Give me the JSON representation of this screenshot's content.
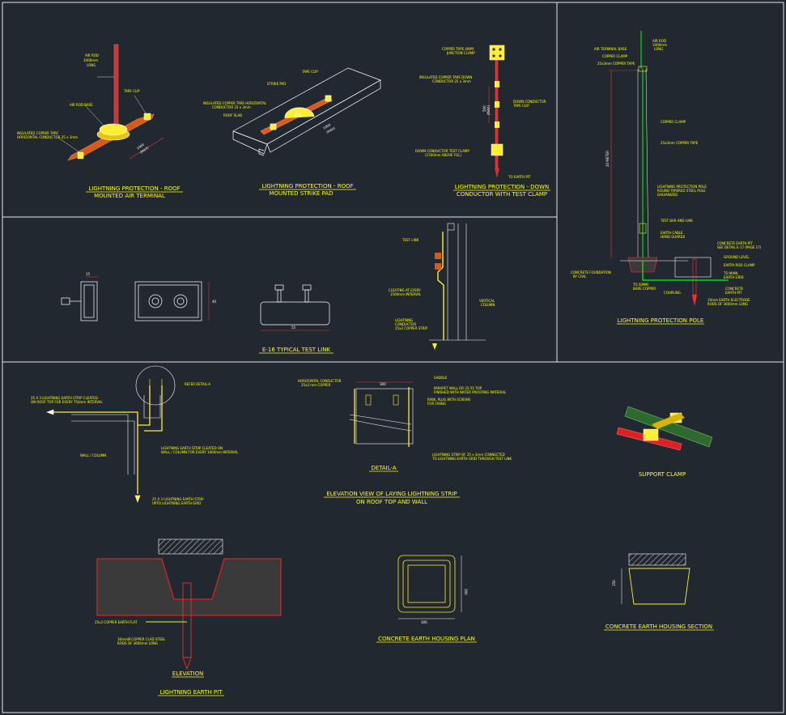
{
  "colors": {
    "background": "#212830",
    "frame": "#e6e6e6",
    "title": "#ffff00",
    "dimension": "#ff2020",
    "copper": "#ff3030",
    "earth": "#00ff00"
  },
  "panels": {
    "air_terminal": {
      "title_line1": "LIGHTNING PROTECTION - ROOF",
      "title_line2": "MOUNTED AIR TERMINAL",
      "labels": {
        "air_rod": "AIR ROD",
        "air_rod_spec1": "1000mm",
        "air_rod_spec2": "LONG",
        "tape_clip": "TAPE CLIP",
        "air_rod_base": "AIR ROD BASE",
        "insulated_tape1": "INSULATED COPPER TAPE",
        "insulated_tape2": "HORIZONTAL CONDUCTOR 25 x 3mm",
        "dim_value": "1000",
        "dim_max": "(MAX)"
      }
    },
    "strike_pad": {
      "title_line1": "LIGHTNING PROTECTION - ROOF",
      "title_line2": "MOUNTED STRIKE PAD",
      "labels": {
        "tape_clip": "TAPE CLIP",
        "strike_pad": "STRIKE PAD",
        "insulated1": "INSULATED COPPER TAPE HORIZONTAL",
        "insulated2": "CONDUCTOR 25 x 3mm",
        "roof_slab": "ROOF SLAB",
        "dim_value": "1000",
        "dim_max": "(MAX)"
      }
    },
    "down_conductor": {
      "title_line1": "LIGHTNING PROTECTION - DOWN",
      "title_line2": "CONDUCTOR WITH TEST CLAMP",
      "labels": {
        "junction1": "COPPER TAPE 4WAY",
        "junction2": "JUNCTION CLAMP",
        "insulated1": "INSULATED COPPER TAPE DOWN",
        "insulated2": "CONDUCTOR 25 x 3mm",
        "dc1": "DOWN CONDUCTOR",
        "dc2": "TAPE CLIP",
        "dim": "500",
        "dim_max": "(MAX)",
        "test1": "DOWN CONDUCTOR TEST CLAMP",
        "test2": "(1500mm ABOVE FGL)",
        "earth_pit": "TO EARTH PIT"
      }
    },
    "pole": {
      "title": "LIGHTNING PROTECTION POLE",
      "labels": {
        "air_rod1": "AIR ROD",
        "air_rod2": "1000mm",
        "air_rod3": "LONG",
        "air_terminal_base": "AIR TERMINAL BASE",
        "copper_clamp_top": "COPPER CLAMP",
        "copper_tape_top": "25x3mm COPPER TAPE",
        "copper_clamp": "COPPER CLAMP",
        "copper_tape": "25x3mm COPPER TAPE",
        "height": "20 METER",
        "pole1": "LIGHTNING PROTECTION POLE",
        "pole2": "ROUND TAPERED STEEL POLE",
        "pole3": "GALVANIZED",
        "test_bar": "TEST BAR AND LINK",
        "earth_cable1": "EARTH CABLE",
        "earth_cable2": "HAND GUARDS",
        "pit1": "CONCRETE EARTH PIT",
        "pit2": "SEE DETAIL E-17 (PAGE 17)",
        "ground_level": "GROUND LEVEL",
        "rod_clamp": "EARTH ROD CLAMP",
        "to_main1": "TO MAIN",
        "to_main2": "EARTH GRID",
        "concrete_pit1": "CONCRETE",
        "concrete_pit2": "EARTH PIT",
        "foundation1": "CONCRETE FOUNDATION",
        "foundation2": "BY CIVIL",
        "bare1": "TO 50MM",
        "bare2": "BARE COPPER",
        "coupling": "COUPLING",
        "electrode1": "19mm EARTH ELECTRODE",
        "electrode2": "RODS OF 3600mm LONG"
      }
    },
    "test_link": {
      "title": "E-16 TYPICAL TEST LINK",
      "labels": {
        "dim_15": "15",
        "dim_40": "40",
        "dim_55": "55",
        "test_link": "TEST LINK",
        "cleating1": "CLEATING AT EVERY",
        "cleating2": "1500mm INTERVAL",
        "vertical1": "VERTICAL",
        "vertical2": "COLUMN",
        "lightning1": "LIGHTNING",
        "lightning2": "CONDUCTOR",
        "lightning3": "25x3 COPPER STRIP"
      }
    },
    "strip_elevation": {
      "title_line1": "ELEVATION VIEW OF LAYING LIGHTNING STRIP",
      "title_line2": "ON ROOF TOP AND WALL",
      "labels": {
        "strip1": "25 X 3 LIGHTNING EARTH STRIP CLEATED",
        "strip2": "ON ROOF TOP FOR EVERY 750mm INTERVAL",
        "refer": "REFER DETAIL-A",
        "wall": "WALL / COLUMN",
        "cleated1": "LIGHTNING EARTH STRIP CLEATED ON",
        "cleated2": "WALL / COLUMN FOR EVERY 1000mm INTERVAL",
        "upto1": "25 X 3 LIGHTNING EARTH STRIP",
        "upto2": "UPTO LIGHTNING EARTH GRID",
        "horiz1": "HORIZONTAL CONDUCTOR",
        "horiz2": "25x3 mm COPPER",
        "dim": "300",
        "saddle": "SADDLE",
        "parapet1": "PARAPET WALL OR 35-55 TOP",
        "parapet2": "FINISHED WITH WATER PROOFING MATERIAL",
        "rawl1": "RAWL PLUG WITH SCREWS",
        "rawl2": "FOR FIXING",
        "strip_conn1": "LIGHTNING STRIP OF 25 x 3mm CONNECTED",
        "strip_conn2": "TO LIGHTNING EARTH GRID THROUGH TEST LINK",
        "detail": "DETAIL-A"
      }
    },
    "support_clamp": {
      "title": "SUPPORT CLAMP"
    },
    "earth_pit": {
      "title_line1": "ELEVATION",
      "title_line2": "LIGHTNING EARTH PIT",
      "labels": {
        "flat": "25x3 COPPER EARTH FLAT",
        "rod1": "16mmØ COPPER CLAD STEEL",
        "rod2": "RODS OF 3600mm LONG"
      }
    },
    "housing_plan": {
      "title": "CONCRETE EARTH HOUSING PLAN",
      "dim_w": "300",
      "dim_h": "300"
    },
    "housing_section": {
      "title": "CONCRETE EARTH HOUSING SECTION",
      "dim_h": "150"
    }
  }
}
